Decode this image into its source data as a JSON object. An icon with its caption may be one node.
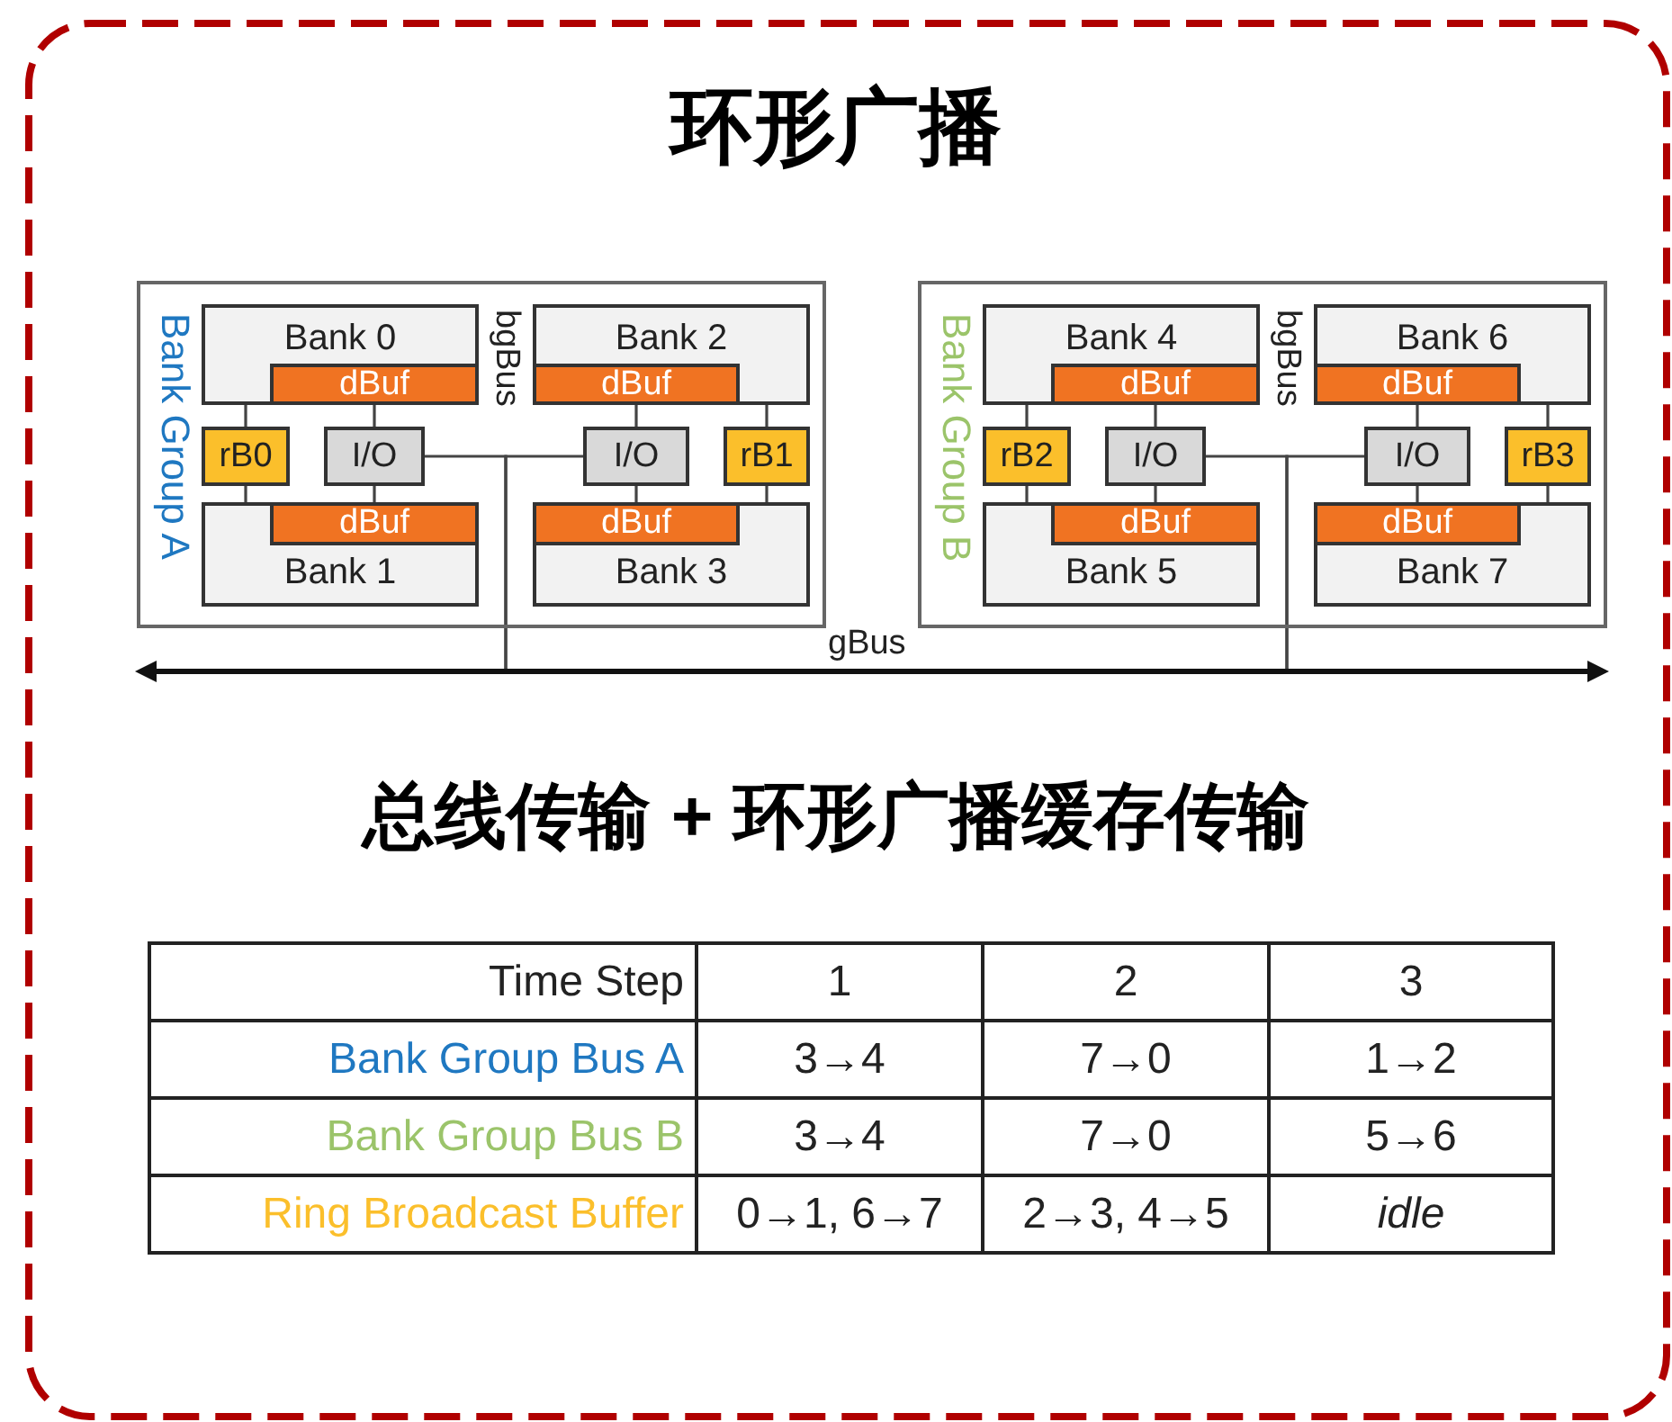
{
  "diagram": {
    "title": "环形广播",
    "nodes": [
      {
        "text": [
          "Bank Group A"
        ]
      },
      {
        "text": [
          "Bank 0"
        ],
        "in": 0
      },
      {
        "text": [
          "dBuf"
        ],
        "in": 1
      },
      {
        "text": [
          "rB0"
        ],
        "in": 0
      },
      {
        "text": [
          "I/O"
        ],
        "in": 0
      },
      {
        "text": [
          "Bank 1"
        ],
        "in": 0
      },
      {
        "text": [
          "dBuf"
        ],
        "in": 5
      },
      {
        "text": [
          "Bank 2"
        ],
        "in": 0
      },
      {
        "text": [
          "dBuf"
        ],
        "in": 7
      },
      {
        "text": [
          "I/O"
        ],
        "in": 0
      },
      {
        "text": [
          "rB1"
        ],
        "in": 0
      },
      {
        "text": [
          "Bank 3"
        ],
        "in": 0
      },
      {
        "text": [
          "dBuf"
        ],
        "in": 11
      },
      {
        "text": [
          "Bank Group B"
        ]
      },
      {
        "text": [
          "Bank 4"
        ],
        "in": 13
      },
      {
        "text": [
          "dBuf"
        ],
        "in": 14
      },
      {
        "text": [
          "rB2"
        ],
        "in": 13
      },
      {
        "text": [
          "I/O"
        ],
        "in": 13
      },
      {
        "text": [
          "Bank 5"
        ],
        "in": 13
      },
      {
        "text": [
          "dBuf"
        ],
        "in": 18
      },
      {
        "text": [
          "Bank 6"
        ],
        "in": 13
      },
      {
        "text": [
          "dBuf"
        ],
        "in": 20
      },
      {
        "text": [
          "I/O"
        ],
        "in": 13
      },
      {
        "text": [
          "rB3"
        ],
        "in": 13
      },
      {
        "text": [
          "Bank 7"
        ],
        "in": 13
      },
      {
        "text": [
          "dBuf"
        ],
        "in": 24
      },
      {
        "text": [
          "gBus"
        ]
      }
    ],
    "edges": [
      {
        "from": 3,
        "to": 1,
        "arrow": "none"
      },
      {
        "from": 4,
        "to": 2,
        "arrow": "none"
      },
      {
        "from": 3,
        "to": 5,
        "arrow": "none"
      },
      {
        "from": 4,
        "to": 6,
        "arrow": "none"
      },
      {
        "from": 9,
        "to": 8,
        "arrow": "none"
      },
      {
        "from": 10,
        "to": 7,
        "arrow": "none"
      },
      {
        "from": 9,
        "to": 12,
        "arrow": "none"
      },
      {
        "from": 10,
        "to": 11,
        "arrow": "none"
      },
      {
        "from": 16,
        "to": 14,
        "arrow": "none"
      },
      {
        "from": 17,
        "to": 15,
        "arrow": "none"
      },
      {
        "from": 16,
        "to": 18,
        "arrow": "none"
      },
      {
        "from": 17,
        "to": 19,
        "arrow": "none"
      },
      {
        "from": 22,
        "to": 21,
        "arrow": "none"
      },
      {
        "from": 23,
        "to": 20,
        "arrow": "none"
      },
      {
        "from": 22,
        "to": 25,
        "arrow": "none"
      },
      {
        "from": 23,
        "to": 24,
        "arrow": "none"
      },
      {
        "from": 4,
        "to": 26,
        "arrow": "none"
      },
      {
        "from": 9,
        "to": 26,
        "arrow": "none"
      },
      {
        "from": 17,
        "to": 26,
        "arrow": "none"
      },
      {
        "from": 22,
        "to": 26,
        "arrow": "none"
      }
    ],
    "labels": [
      "bgBus",
      "bgBus",
      "总线传输 + 环形广播缓存传输",
      "Time Step",
      "1",
      "2",
      "3",
      "Bank Group Bus A",
      "3→4",
      "7→0",
      "1→2",
      "Bank Group Bus B",
      "3→4",
      "7→0",
      "5→6",
      "Ring Broadcast Buffer",
      "0→1, 6→7",
      "2→3, 4→5",
      "idle"
    ]
  }
}
